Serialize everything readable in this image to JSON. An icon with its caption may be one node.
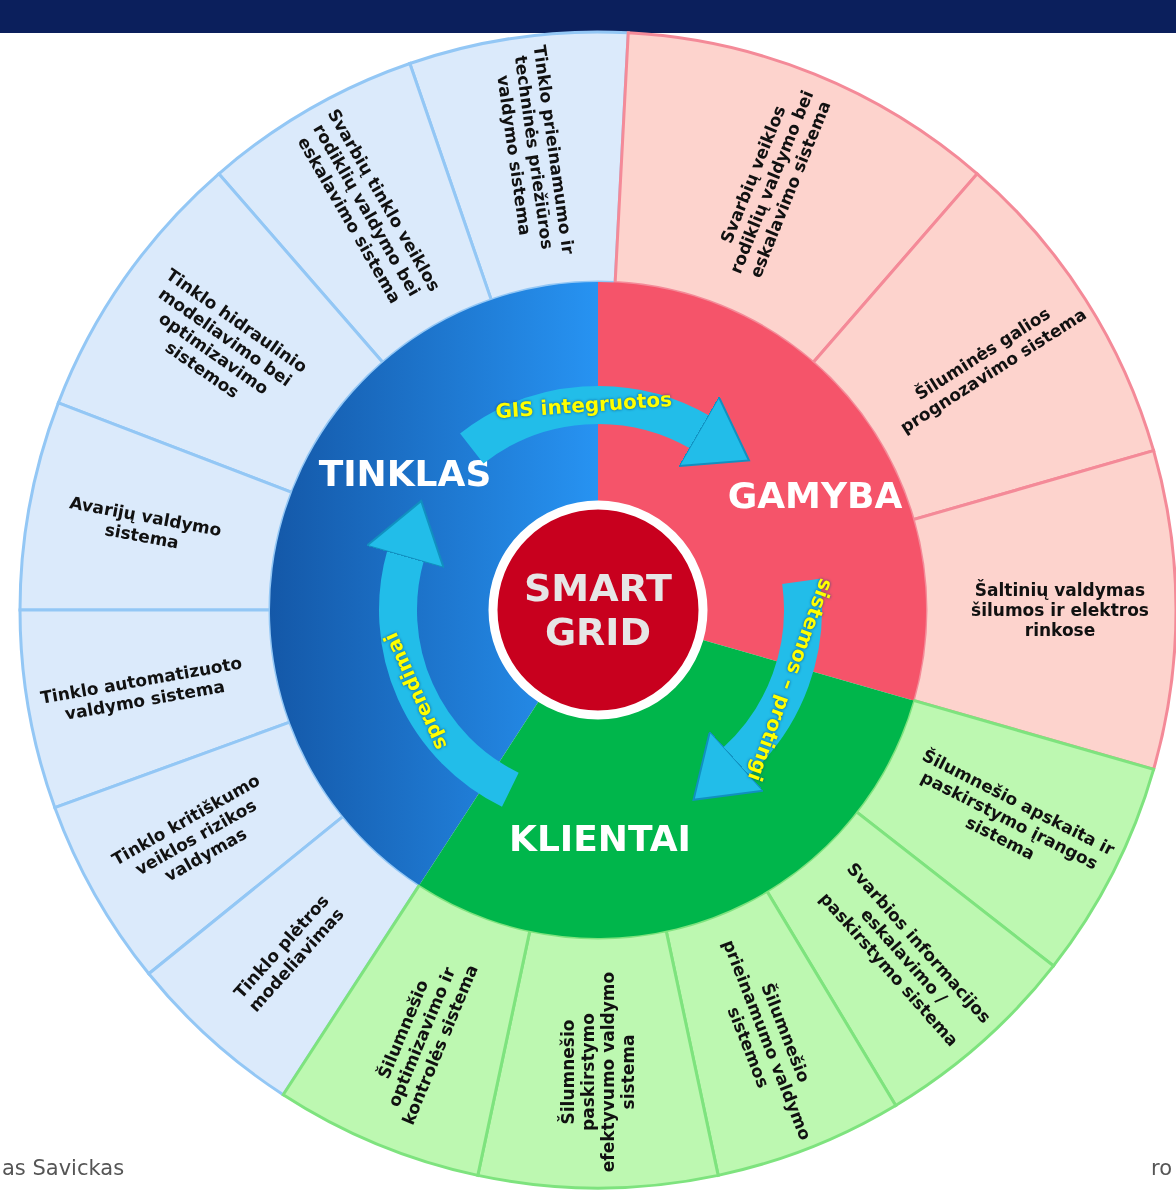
{
  "diagram": {
    "nodes": [
      {
        "text": [
          "SMART GRID"
        ]
      },
      {
        "text": [
          "TINKLAS"
        ]
      },
      {
        "text": [
          "GAMYBA"
        ]
      },
      {
        "text": [
          "KLIENTAI"
        ]
      },
      {
        "text": [
          "Tinklo prieinamumo ir techninės priežiūros valdymo sistema"
        ]
      },
      {
        "text": [
          "Svarbių tinklo veiklos rodiklių valdymo bei eskalavimo sistema"
        ]
      },
      {
        "text": [
          "Tinklo hidraulinio modeliavimo bei optimizavimo sistemos"
        ]
      },
      {
        "text": [
          "Avarijų valdymo sistema"
        ]
      },
      {
        "text": [
          "Tinklo automatizuoto valdymo sistema"
        ]
      },
      {
        "text": [
          "Tinklo kritiškumo veiklos rizikos valdymas"
        ]
      },
      {
        "text": [
          "Tinklo plėtros modeliavimas"
        ]
      },
      {
        "text": [
          "Svarbių veiklos rodiklių valdymo bei eskalavimo sistema"
        ]
      },
      {
        "text": [
          "Šiluminės galios prognozavimo sistema"
        ]
      },
      {
        "text": [
          "Šaltinių valdymas šilumos ir elektros rinkose"
        ]
      },
      {
        "text": [
          "Šilumnešio apskaita ir paskirstymo įrangos sistema"
        ]
      },
      {
        "text": [
          "Svarbios informacijos eskalavimo / paskirstymo sistema"
        ]
      },
      {
        "text": [
          "Šilumnešio prieinamumo valdymo sistemos"
        ]
      },
      {
        "text": [
          "Šilumnešio paskirstymo efektyvumo valdymo sistema"
        ]
      },
      {
        "text": [
          "Šilumnešio optimizavimo ir kontrolės sistema"
        ]
      }
    ],
    "edges": [
      {
        "from": 1,
        "to": 2,
        "arrow": "to",
        "label": "GIS integruotos"
      },
      {
        "from": 2,
        "to": 3,
        "arrow": "to",
        "label": "sistemos – protingi"
      },
      {
        "from": 3,
        "to": 1,
        "arrow": "to",
        "label": "sprendimai"
      }
    ],
    "labels": [
      "as Savickas",
      "ro"
    ]
  }
}
